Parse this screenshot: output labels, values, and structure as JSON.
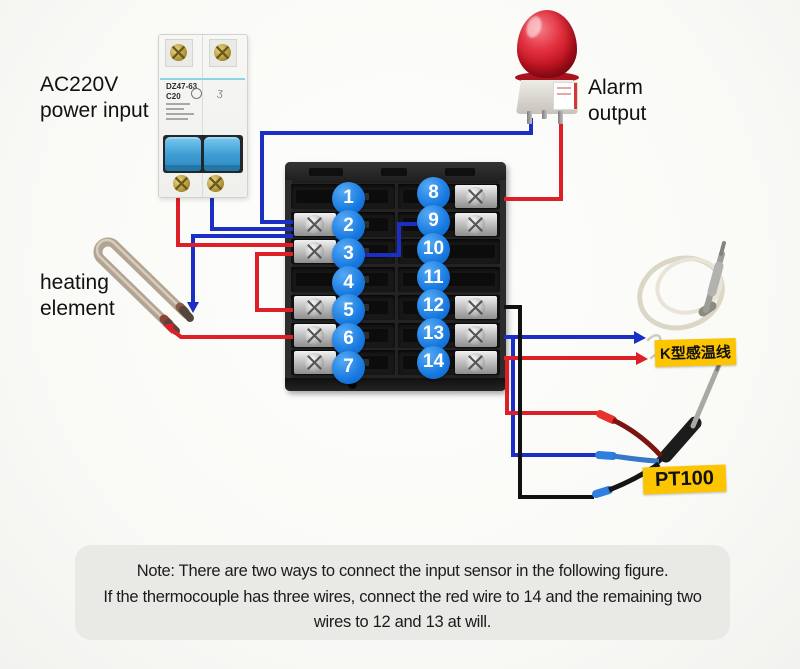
{
  "labels": {
    "power_line1": "AC220V",
    "power_line2": "power input",
    "alarm_line1": "Alarm",
    "alarm_line2": "output",
    "heating_line1": "heating",
    "heating_line2": "element"
  },
  "breaker": {
    "model": "DZ47-63",
    "rating": "C20"
  },
  "terminal_block": {
    "left_terminals": [
      "1",
      "2",
      "3",
      "4",
      "5",
      "6",
      "7"
    ],
    "right_terminals": [
      "8",
      "9",
      "10",
      "11",
      "12",
      "13",
      "14"
    ]
  },
  "sensor_labels": {
    "k_type": "K型感温线",
    "pt100": "PT100"
  },
  "note": {
    "lines": [
      "Note: There are two ways to connect the input sensor in the following figure.",
      "If the thermocouple has three wires, connect the red wire to 14 and the remaining two",
      "wires to 12 and 13 at will."
    ]
  },
  "colors": {
    "wire_red": "#dd1f28",
    "wire_blue": "#1b2fc4",
    "wire_black": "#111111",
    "terminal_badge_blue": "#1e88e5",
    "sensor_label_yellow": "#fdc500",
    "alarm_red": "#c11422",
    "breaker_handle_blue": "#3d9dd3"
  }
}
